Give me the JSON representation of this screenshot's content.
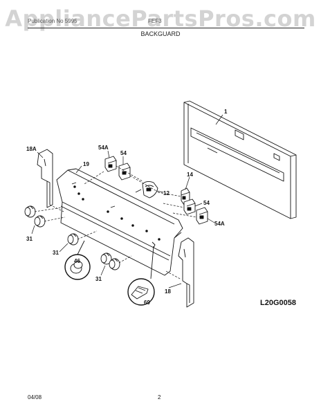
{
  "watermark": "AppliancePartsPros.com",
  "header": {
    "left_text": "Publication No 5995",
    "model_text": "FEF3",
    "section_title": "BACKGUARD"
  },
  "callouts": {
    "c1": "1",
    "c18A": "18A",
    "c54A_top": "54A",
    "c54_top": "54",
    "c19": "19",
    "c12": "12",
    "c14": "14",
    "c54_right": "54",
    "c54A_right": "54A",
    "c31_left": "31",
    "c31_mid": "31",
    "c31_bottom": "31",
    "c46": "46",
    "c69": "69",
    "c18": "18"
  },
  "figure_code": "L20G0058",
  "footer": {
    "date": "04/08",
    "page": "2"
  }
}
